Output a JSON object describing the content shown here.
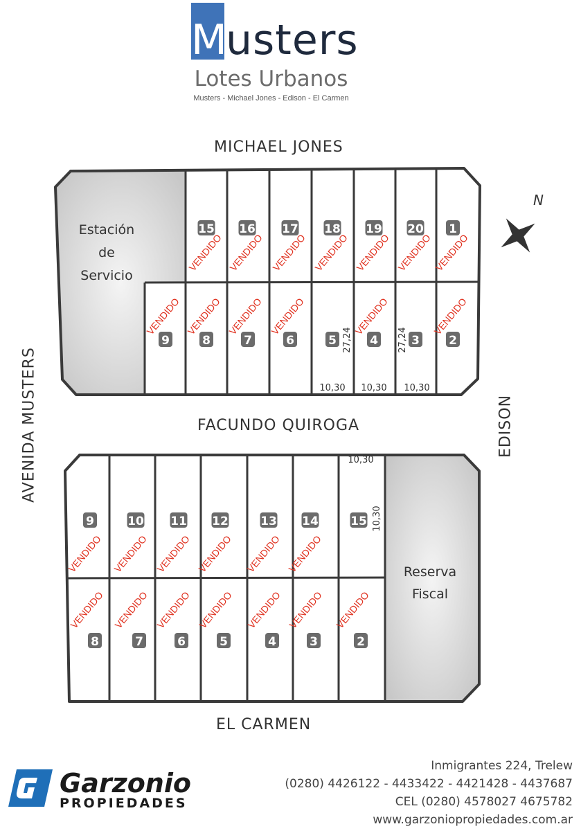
{
  "header": {
    "brand_initial": "M",
    "brand_rest": "usters",
    "subtitle": "Lotes Urbanos",
    "streets_line": "Musters - Michael Jones - Edison - El Carmen",
    "brand_color": "#3f73b8"
  },
  "streets": {
    "north": "MICHAEL JONES",
    "middle": "FACUNDO QUIROGA",
    "south": "EL CARMEN",
    "west": "AVENIDA MUSTERS",
    "east": "EDISON"
  },
  "compass": {
    "label": "N",
    "icon": "compass-star-icon"
  },
  "sold_label": "VENDIDO",
  "sold_color": "#e0301e",
  "north_block": {
    "special_area": [
      "Estación",
      "de",
      "Servicio"
    ],
    "top_row": [
      {
        "lot": "15",
        "status": "VENDIDO"
      },
      {
        "lot": "16",
        "status": "VENDIDO"
      },
      {
        "lot": "17",
        "status": "VENDIDO"
      },
      {
        "lot": "18",
        "status": "VENDIDO"
      },
      {
        "lot": "19",
        "status": "VENDIDO"
      },
      {
        "lot": "20",
        "status": "VENDIDO"
      },
      {
        "lot": "1",
        "status": "VENDIDO"
      }
    ],
    "bottom_row": [
      {
        "lot": "9",
        "status": "VENDIDO"
      },
      {
        "lot": "8",
        "status": "VENDIDO"
      },
      {
        "lot": "7",
        "status": "VENDIDO"
      },
      {
        "lot": "6",
        "status": "VENDIDO"
      },
      {
        "lot": "5",
        "status": ""
      },
      {
        "lot": "4",
        "status": "VENDIDO"
      },
      {
        "lot": "3",
        "status": ""
      },
      {
        "lot": "2",
        "status": "VENDIDO"
      }
    ],
    "dimensions": {
      "depth": "27,24",
      "front": "10,30"
    }
  },
  "south_block": {
    "special_area": [
      "Reserva",
      "Fiscal"
    ],
    "top_row": [
      {
        "lot": "9",
        "status": "VENDIDO"
      },
      {
        "lot": "10",
        "status": "VENDIDO"
      },
      {
        "lot": "11",
        "status": "VENDIDO"
      },
      {
        "lot": "12",
        "status": "VENDIDO"
      },
      {
        "lot": "13",
        "status": "VENDIDO"
      },
      {
        "lot": "14",
        "status": "VENDIDO"
      },
      {
        "lot": "15",
        "status": ""
      }
    ],
    "bottom_row": [
      {
        "lot": "8",
        "status": "VENDIDO"
      },
      {
        "lot": "7",
        "status": "VENDIDO"
      },
      {
        "lot": "6",
        "status": "VENDIDO"
      },
      {
        "lot": "5",
        "status": "VENDIDO"
      },
      {
        "lot": "4",
        "status": "VENDIDO"
      },
      {
        "lot": "3",
        "status": "VENDIDO"
      },
      {
        "lot": "2",
        "status": "VENDIDO"
      }
    ],
    "dimensions": {
      "front": "10,30",
      "depth": "10,30"
    }
  },
  "footer": {
    "company_name": "Garzonio",
    "company_sub": "PROPIEDADES",
    "company_color": "#1f6fb8",
    "address": "Inmigrantes 224,  Trelew",
    "phones": "(0280) 4426122 - 4433422 - 4421428 - 4437687",
    "cell": "CEL (0280) 4578027 4675782",
    "website": "www.garzoniopropiedades.com.ar"
  }
}
